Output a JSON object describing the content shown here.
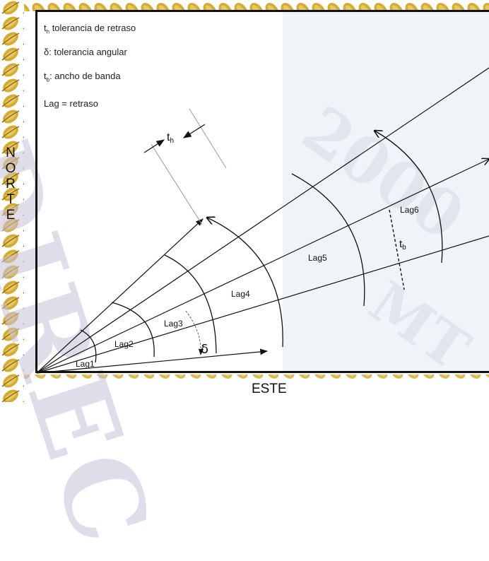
{
  "legend": {
    "th_symbol": "t",
    "th_sub": "h",
    "th_text": " tolerancia de retraso",
    "delta_text": "δ: tolerancia angular",
    "tb_symbol": "t",
    "tb_sub": "b",
    "tb_text": ": ancho de banda",
    "lag_text": "Lag = retraso"
  },
  "axes": {
    "north_letters": [
      "N",
      "O",
      "R",
      "T",
      "E"
    ],
    "east": "ESTE"
  },
  "diagram": {
    "th_label": "t",
    "th_sub": "h",
    "tb_label": "t",
    "tb_sub": "b",
    "delta_label": "δ",
    "lags": [
      "Lag1",
      "Lag2",
      "Lag3",
      "Lag4",
      "Lag5",
      "Lag6"
    ]
  },
  "watermark": {
    "left_text": "DIREC",
    "year_text": "2000",
    "right_text": "MT"
  },
  "colors": {
    "rope_gold": "#d4ac33",
    "rope_dark": "#8c6d14",
    "frame": "#111111",
    "panel": "#eef4f8"
  }
}
